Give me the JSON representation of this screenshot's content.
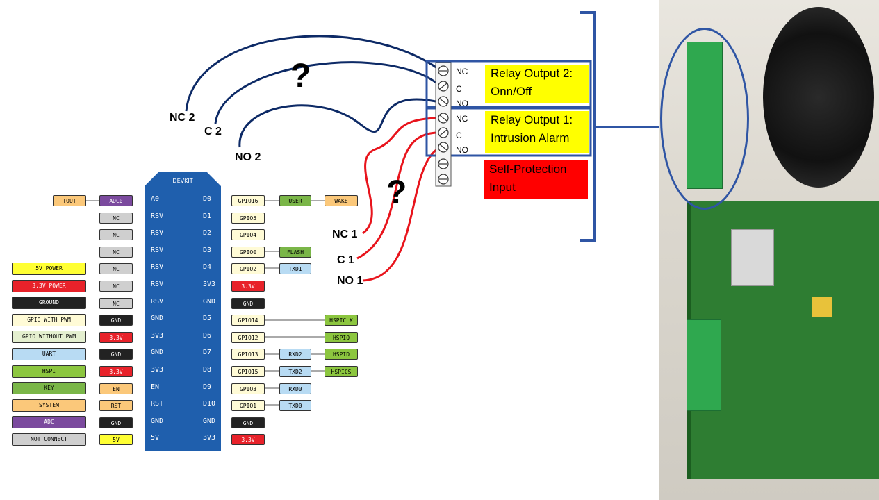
{
  "board": {
    "title": "DEVKIT",
    "left_pins": [
      "A0",
      "RSV",
      "RSV",
      "RSV",
      "RSV",
      "RSV",
      "RSV",
      "GND",
      "3V3",
      "GND",
      "3V3",
      "EN",
      "RST",
      "GND",
      "5V"
    ],
    "right_pins": [
      "D0",
      "D1",
      "D2",
      "D3",
      "D4",
      "3V3",
      "GND",
      "D5",
      "D6",
      "D7",
      "D8",
      "D9",
      "D10",
      "GND",
      "3V3"
    ],
    "left_labels": [
      [
        {
          "text": "TOUT",
          "type": "system"
        },
        {
          "text": "ADC0",
          "type": "adc"
        }
      ],
      [
        {
          "text": "NC",
          "type": "nc"
        }
      ],
      [
        {
          "text": "NC",
          "type": "nc"
        }
      ],
      [
        {
          "text": "NC",
          "type": "nc"
        }
      ],
      [
        {
          "text": "NC",
          "type": "nc"
        }
      ],
      [
        {
          "text": "NC",
          "type": "nc"
        }
      ],
      [
        {
          "text": "NC",
          "type": "nc"
        }
      ],
      [
        {
          "text": "GND",
          "type": "ground"
        }
      ],
      [
        {
          "text": "3.3V",
          "type": "p33"
        }
      ],
      [
        {
          "text": "GND",
          "type": "ground"
        }
      ],
      [
        {
          "text": "3.3V",
          "type": "p33"
        }
      ],
      [
        {
          "text": "EN",
          "type": "system"
        }
      ],
      [
        {
          "text": "RST",
          "type": "system"
        }
      ],
      [
        {
          "text": "GND",
          "type": "ground"
        }
      ],
      [
        {
          "text": "5V",
          "type": "p5"
        }
      ]
    ],
    "right_labels": [
      [
        {
          "text": "GPIO16",
          "type": "gpio"
        },
        {
          "text": "USER",
          "type": "key"
        },
        {
          "text": "WAKE",
          "type": "system"
        }
      ],
      [
        {
          "text": "GPIO5",
          "type": "gpio"
        }
      ],
      [
        {
          "text": "GPIO4",
          "type": "gpio"
        }
      ],
      [
        {
          "text": "GPIO0",
          "type": "gpio"
        },
        {
          "text": "FLASH",
          "type": "key"
        }
      ],
      [
        {
          "text": "GPIO2",
          "type": "gpio"
        },
        {
          "text": "TXD1",
          "type": "uart"
        }
      ],
      [
        {
          "text": "3.3V",
          "type": "p33"
        }
      ],
      [
        {
          "text": "GND",
          "type": "ground"
        }
      ],
      [
        {
          "text": "GPIO14",
          "type": "gpio"
        },
        {
          "text": "HSPICLK",
          "type": "hspi",
          "far": true
        }
      ],
      [
        {
          "text": "GPIO12",
          "type": "gpio"
        },
        {
          "text": "HSPIQ",
          "type": "hspi",
          "far": true
        }
      ],
      [
        {
          "text": "GPIO13",
          "type": "gpio"
        },
        {
          "text": "RXD2",
          "type": "uart"
        },
        {
          "text": "HSPID",
          "type": "hspi"
        }
      ],
      [
        {
          "text": "GPIO15",
          "type": "gpio"
        },
        {
          "text": "TXD2",
          "type": "uart"
        },
        {
          "text": "HSPICS",
          "type": "hspi"
        }
      ],
      [
        {
          "text": "GPIO3",
          "type": "gpio"
        },
        {
          "text": "RXD0",
          "type": "uart"
        }
      ],
      [
        {
          "text": "GPIO1",
          "type": "gpio"
        },
        {
          "text": "TXD0",
          "type": "uart"
        }
      ],
      [
        {
          "text": "GND",
          "type": "ground"
        }
      ],
      [
        {
          "text": "3.3V",
          "type": "p33"
        }
      ]
    ]
  },
  "legend": [
    {
      "text": "5V POWER",
      "type": "p5"
    },
    {
      "text": "3.3V POWER",
      "type": "p33"
    },
    {
      "text": "GROUND",
      "type": "ground"
    },
    {
      "text": "GPIO WITH PWM",
      "type": "gpio"
    },
    {
      "text": "GPIO WITHOUT PWM",
      "type": "gpionp"
    },
    {
      "text": "UART",
      "type": "uart"
    },
    {
      "text": "HSPI",
      "type": "hspi"
    },
    {
      "text": "KEY",
      "type": "key"
    },
    {
      "text": "SYSTEM",
      "type": "system"
    },
    {
      "text": "ADC",
      "type": "adc"
    },
    {
      "text": "NOT CONNECT",
      "type": "nc"
    }
  ],
  "type_colors": {
    "p5": {
      "bg": "#ffff33",
      "fg": "#000000"
    },
    "p33": {
      "bg": "#e8222a",
      "fg": "#ffffff"
    },
    "ground": {
      "bg": "#222222",
      "fg": "#ffffff"
    },
    "gpio": {
      "bg": "#fffbd6",
      "fg": "#000000"
    },
    "gpionp": {
      "bg": "#e4efcf",
      "fg": "#000000"
    },
    "uart": {
      "bg": "#b8dbf3",
      "fg": "#000000"
    },
    "hspi": {
      "bg": "#8cc63f",
      "fg": "#000000"
    },
    "key": {
      "bg": "#7ab648",
      "fg": "#000000"
    },
    "system": {
      "bg": "#fbc87a",
      "fg": "#000000"
    },
    "adc": {
      "bg": "#7b4a9e",
      "fg": "#ffffff"
    },
    "nc": {
      "bg": "#cfcfcf",
      "fg": "#000000"
    }
  },
  "relay": {
    "terminals_r2": [
      "NC",
      "C",
      "NO"
    ],
    "terminals_r1": [
      "NC",
      "C",
      "NO"
    ],
    "output2_label": "Relay Output 2:\nOnn/Off",
    "output1_label": "Relay Output 1:\nIntrusion Alarm",
    "self_protection_label": "Self-Protection\nInput"
  },
  "wires": {
    "r2": [
      "NC 2",
      "C 2",
      "NO 2"
    ],
    "r1": [
      "NC 1",
      "C 1",
      "NO 1"
    ],
    "question_mark": "?"
  },
  "colors": {
    "wire_blue": "#0d2a66",
    "wire_red": "#e8141c",
    "frame_blue": "#2f55a4",
    "board_blue": "#1f5fad",
    "highlight_yellow": "#ffff00",
    "alarm_red": "#ff0000"
  },
  "photo": {
    "description": "Photo of alarm panel PCB with green screw terminal block circled"
  }
}
